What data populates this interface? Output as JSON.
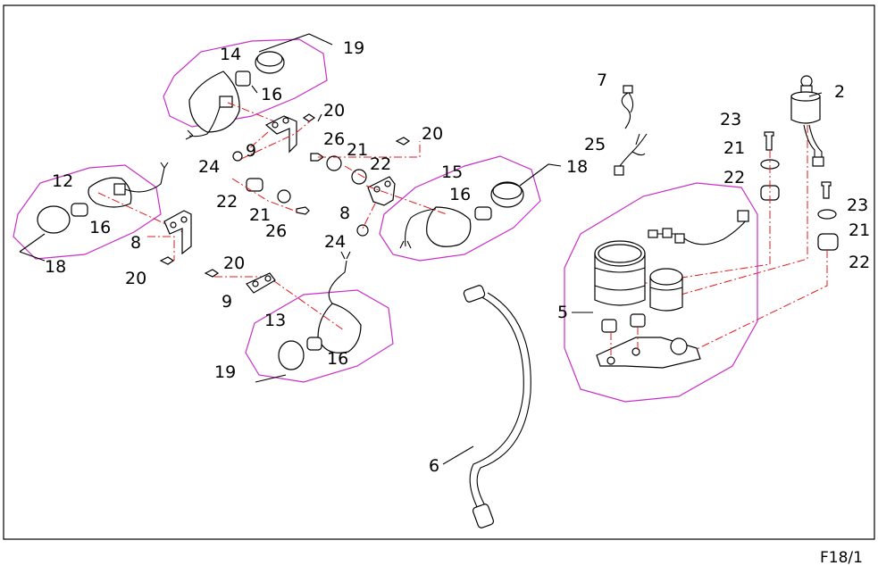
{
  "figure_code": "F18/1",
  "callouts": {
    "c14": "14",
    "c19a": "19",
    "c16a": "16",
    "c20a": "20",
    "c26a": "26",
    "c20b": "20",
    "c9a": "9",
    "c21a": "21",
    "c24a": "24",
    "c22a": "22",
    "c12": "12",
    "c15": "15",
    "c18a": "18",
    "c22b": "22",
    "c16b": "16",
    "c16c": "16",
    "c21b": "21",
    "c8a": "8",
    "c26b": "26",
    "c8b": "8",
    "c24b": "24",
    "c18b": "18",
    "c20c": "20",
    "c20d": "20",
    "c9b": "9",
    "c13": "13",
    "c16d": "16",
    "c19b": "19",
    "c7": "7",
    "c25": "25",
    "c2": "2",
    "c23a": "23",
    "c21c": "21",
    "c22c": "22",
    "c23b": "23",
    "c21d": "21",
    "c22d": "22",
    "c5": "5",
    "c6": "6"
  }
}
